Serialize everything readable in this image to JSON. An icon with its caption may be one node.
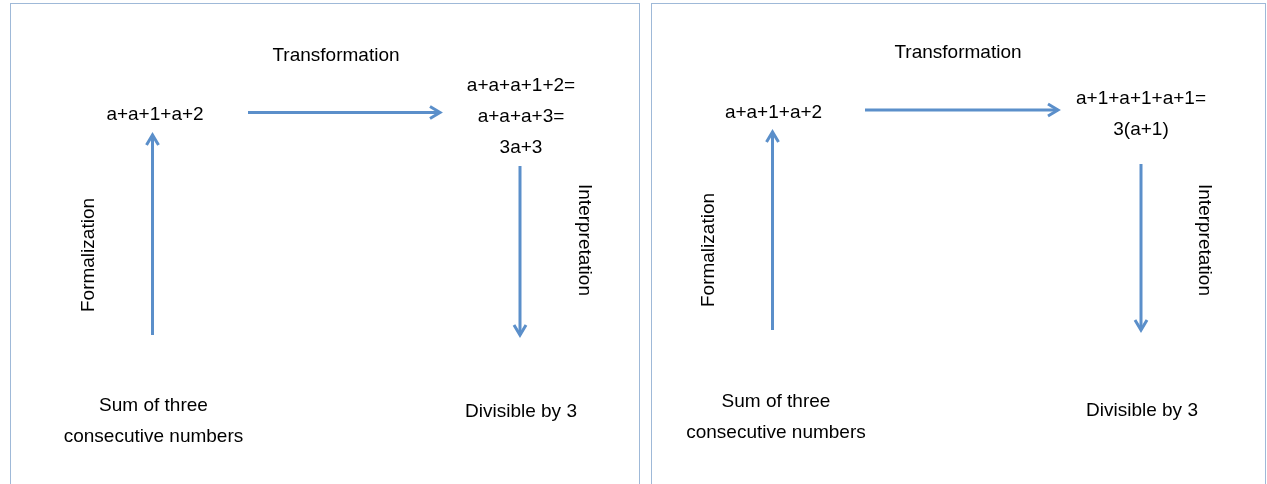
{
  "diagram": {
    "nodes": [
      {
        "text": [],
        "shape": "box"
      },
      {
        "text": [
          "a+a+1+a+2"
        ],
        "in": 0
      },
      {
        "text": [
          "a+a+a+1+2= a+a+a+3= 3a+3"
        ],
        "in": 0
      },
      {
        "text": [
          "Sum of three consecutive numbers"
        ],
        "in": 0
      },
      {
        "text": [
          "Divisible by 3"
        ],
        "in": 0
      },
      {
        "text": [],
        "shape": "box"
      },
      {
        "text": [
          "a+a+1+a+2"
        ],
        "in": 5
      },
      {
        "text": [
          "a+1+a+1+a+1= 3(a+1)"
        ],
        "in": 5
      },
      {
        "text": [
          "Sum of three consecutive numbers"
        ],
        "in": 5
      },
      {
        "text": [
          "Divisible by 3"
        ],
        "in": 5
      }
    ],
    "edges": [
      {
        "from": 3,
        "to": 1,
        "arrow": "to",
        "label": "Formalization"
      },
      {
        "from": 1,
        "to": 2,
        "arrow": "to",
        "label": "Transformation"
      },
      {
        "from": 2,
        "to": 4,
        "arrow": "to",
        "label": "Interpretation"
      },
      {
        "from": 8,
        "to": 6,
        "arrow": "to",
        "label": "Formalization"
      },
      {
        "from": 6,
        "to": 7,
        "arrow": "to",
        "label": "Transformation"
      },
      {
        "from": 7,
        "to": 9,
        "arrow": "to",
        "label": "Interpretation"
      }
    ]
  }
}
